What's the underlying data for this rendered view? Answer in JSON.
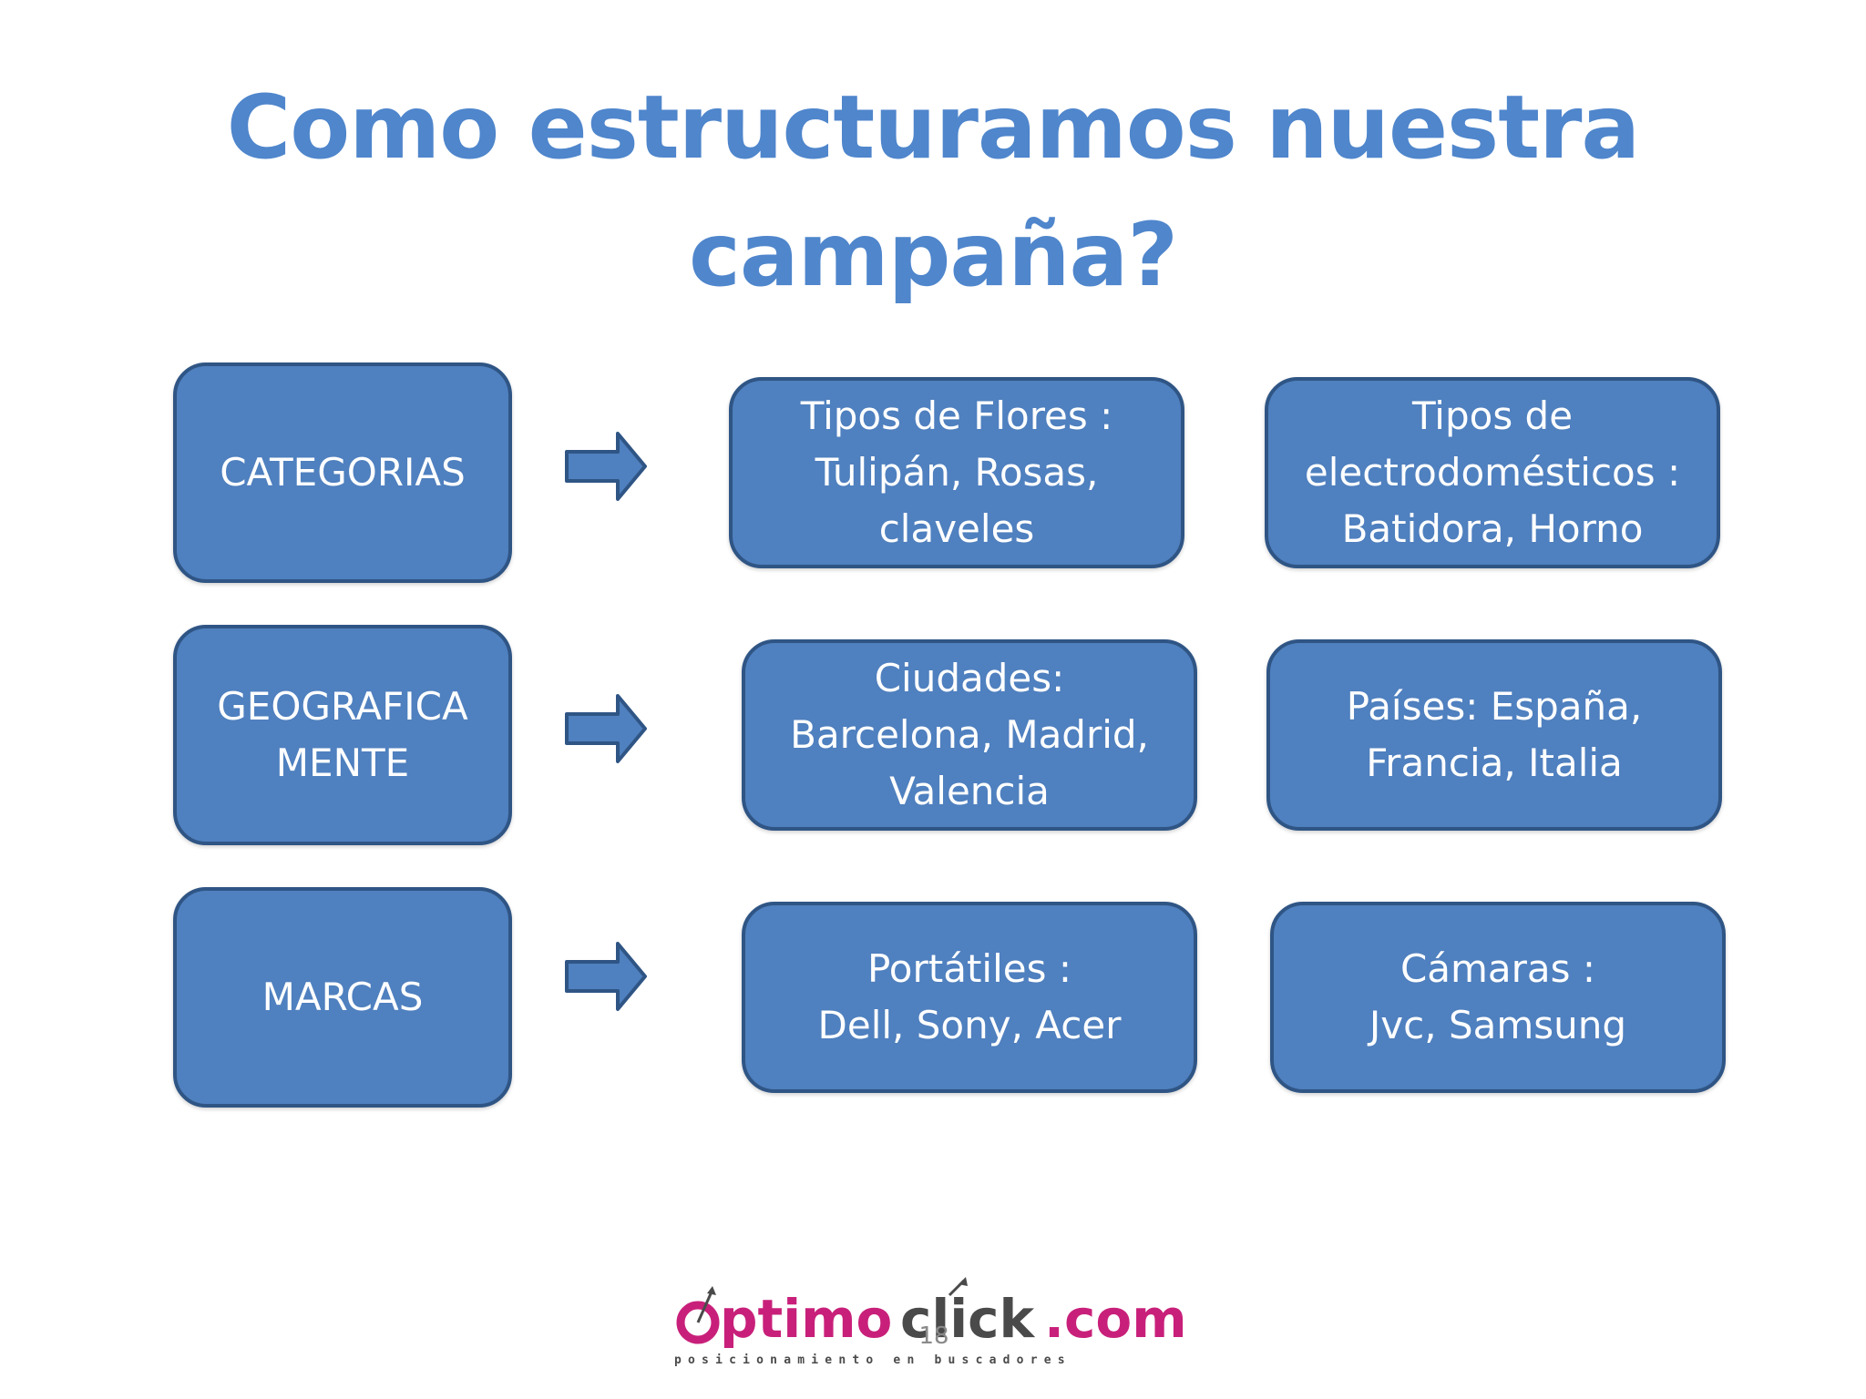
{
  "slide": {
    "title": "Como estructuramos nuestra\ncampaña?",
    "page_number": "18"
  },
  "rows": [
    {
      "category": "CATEGORIAS",
      "example_1": "Tipos de Flores :\nTulipán, Rosas,\nclaveles",
      "example_2": "Tipos de\nelectrodomésticos :\nBatidora, Horno"
    },
    {
      "category": "GEOGRAFICA\nMENTE",
      "example_1": "Ciudades:\nBarcelona, Madrid,\nValencia",
      "example_2": "Países: España,\nFrancia, Italia"
    },
    {
      "category": "MARCAS",
      "example_1": "Portátiles :\nDell, Sony, Acer",
      "example_2": "Cámaras :\nJvc, Samsung"
    }
  ],
  "logo": {
    "brand_text": "optimoclick.com",
    "tagline": "posicionamiento en buscadores"
  },
  "colors": {
    "title": "#4f86cc",
    "box_fill": "#4f80bf",
    "box_border": "#2f5585",
    "logo_magenta": "#c8207a",
    "logo_dark": "#4a4a4a"
  },
  "icons": {
    "arrow": "right-arrow-icon"
  }
}
